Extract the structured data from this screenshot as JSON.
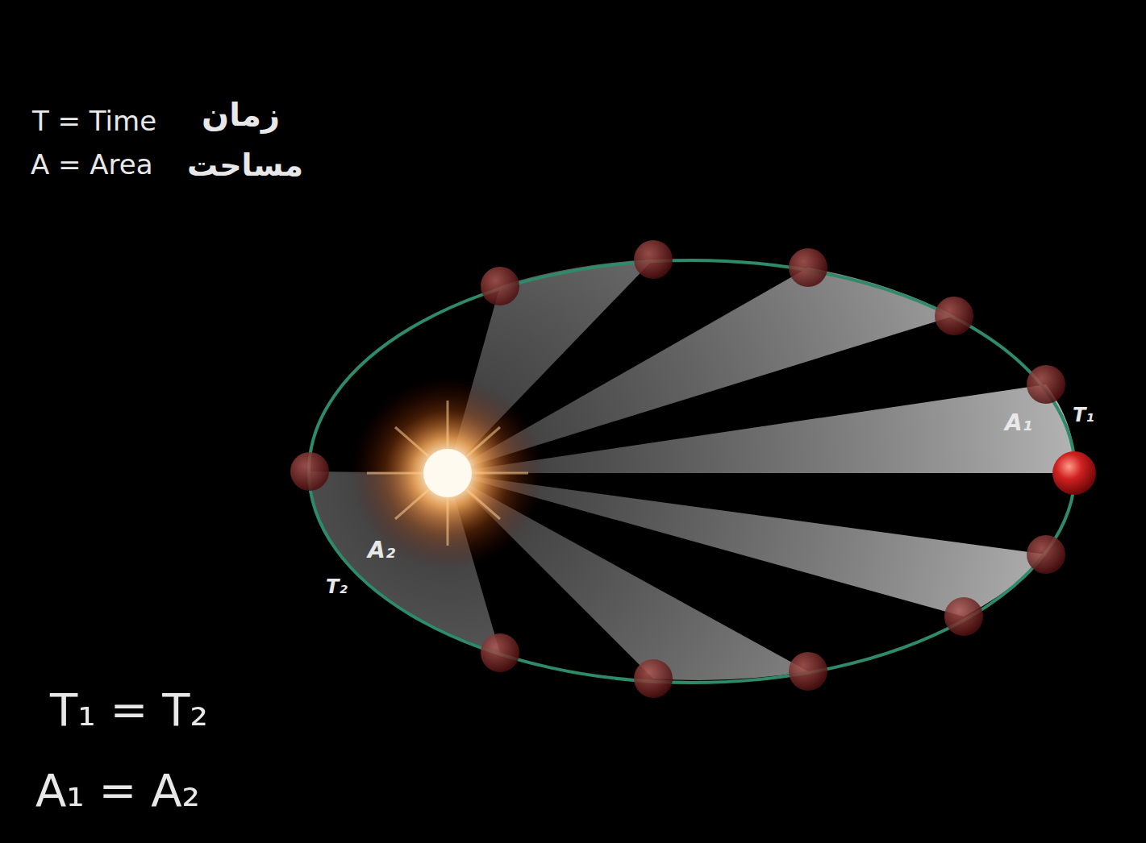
{
  "diagram": {
    "labels": [
      "T = Time",
      "زمان",
      "A = Area",
      "مساحت",
      "A₁",
      "T₁",
      "A₂",
      "T₂",
      "T₁ = T₂",
      "A₁ = A₂"
    ]
  }
}
